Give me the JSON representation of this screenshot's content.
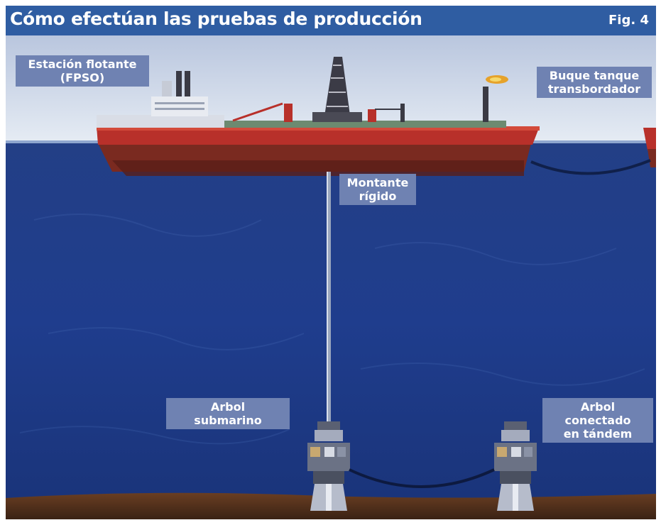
{
  "header": {
    "title": "Cómo efectúan las pruebas de producción",
    "figure_number": "Fig. 4"
  },
  "labels": {
    "fpso": {
      "line1": "Estación flotante",
      "line2": "(FPSO)"
    },
    "shuttle_tanker": {
      "line1": "Buque tanque",
      "line2": "transbordador"
    },
    "riser": {
      "line1": "Montante",
      "line2": "rígido"
    },
    "subsea_tree": {
      "line1": "Arbol",
      "line2": "submarino"
    },
    "tandem_tree": {
      "line1": "Arbol conectado",
      "line2": "en tándem"
    }
  },
  "colors": {
    "title_bar": "#2f5da2",
    "label_bg": "#6f82b2",
    "sea": "#1e3f8c",
    "sky": "#c9d4e6",
    "hull": "#b8302a",
    "seabed": "#4a2a1a"
  }
}
